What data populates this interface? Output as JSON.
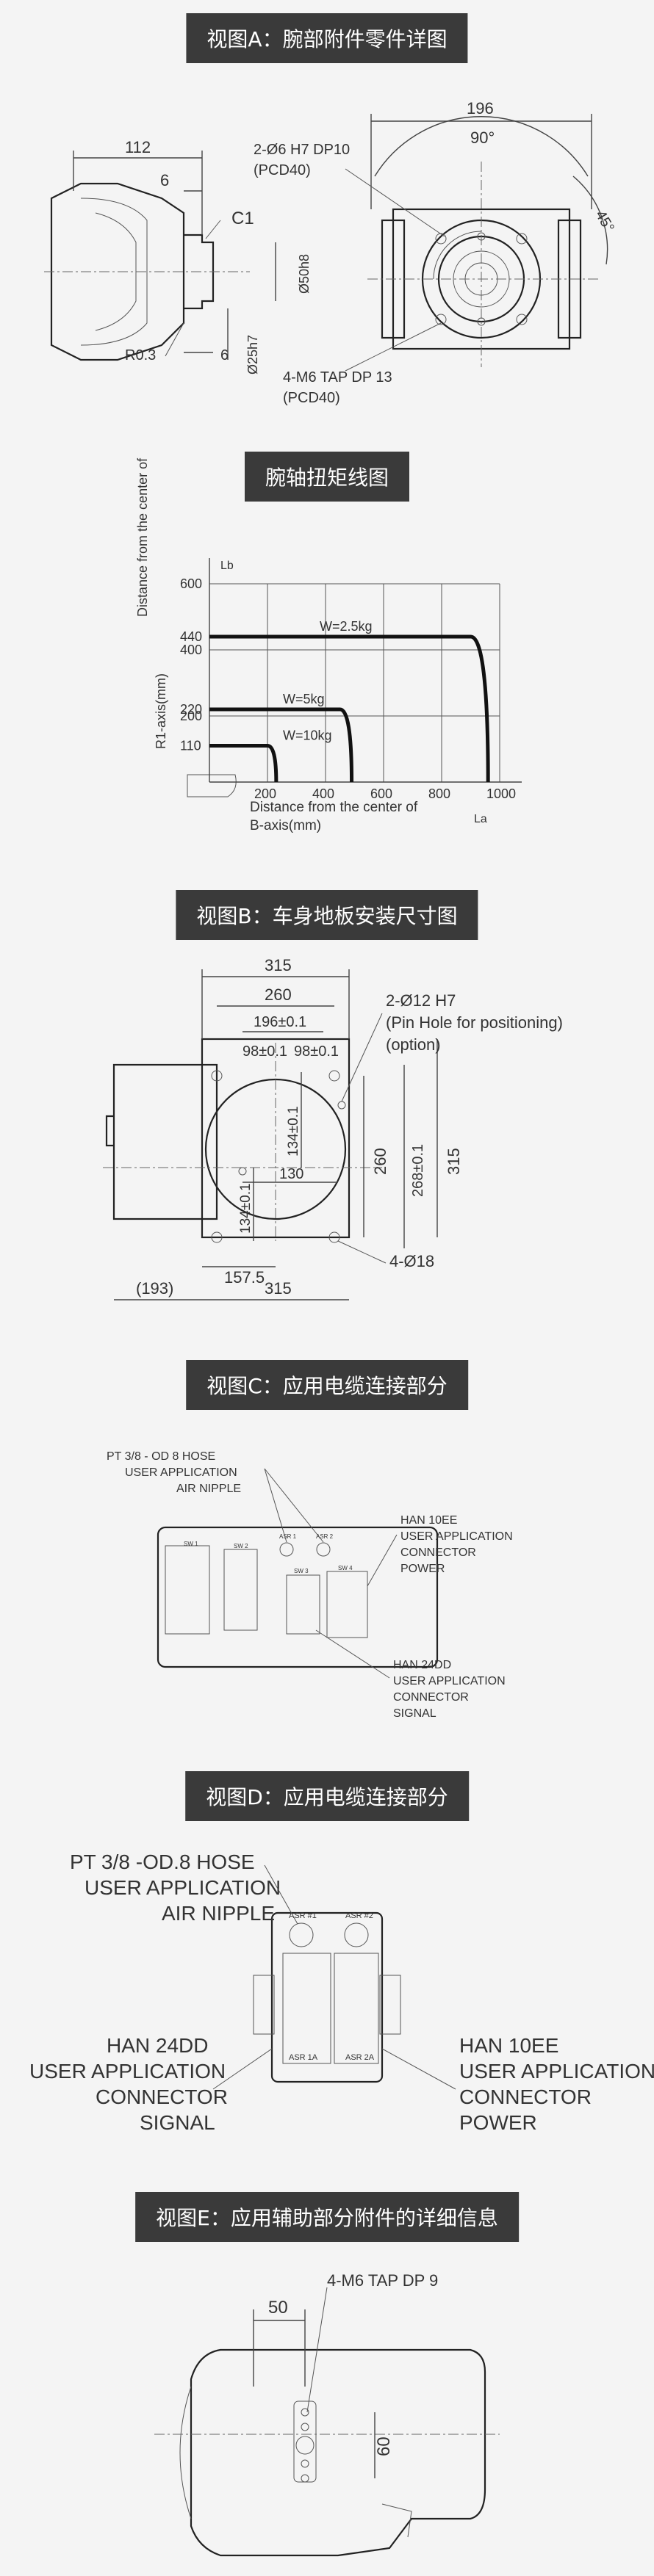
{
  "section_a": {
    "title": "视图A：腕部附件零件详图",
    "dims": {
      "d112": "112",
      "d6a": "6",
      "c1": "C1",
      "d50": "Ø50h8",
      "d25": "Ø25h7",
      "r03": "R0.3",
      "d6b": "6",
      "d196": "196",
      "d90": "90°",
      "d45": "45°"
    },
    "notes": {
      "pin": "2-Ø6 H7 DP10",
      "pin_pcd": "(PCD40)",
      "tap": "4-M6 TAP DP 13",
      "tap_pcd": "(PCD40)"
    }
  },
  "section_torque": {
    "title": "腕轴扭矩线图",
    "ylabel_1": "Distance from the center of",
    "ylabel_2": "R1-axis(mm)",
    "xlabel_1": "Distance from the center of",
    "xlabel_2": "B-axis(mm)",
    "lb_label": "Lb",
    "la_label": "La"
  },
  "chart_data": {
    "type": "line",
    "title": "",
    "xlabel": "Distance from the center of B-axis(mm)",
    "ylabel": "Distance from the center of R1-axis(mm)",
    "xlim": [
      0,
      1000
    ],
    "ylim": [
      0,
      600
    ],
    "x_ticks": [
      "200",
      "400",
      "600",
      "800",
      "1000"
    ],
    "y_ticks": [
      "110",
      "200",
      "220",
      "400",
      "440",
      "600"
    ],
    "series": [
      {
        "name": "W=2.5kg",
        "values": [
          [
            0,
            440
          ],
          [
            900,
            440
          ],
          [
            960,
            0
          ]
        ]
      },
      {
        "name": "W=5kg",
        "values": [
          [
            0,
            220
          ],
          [
            450,
            220
          ],
          [
            490,
            0
          ]
        ]
      },
      {
        "name": "W=10kg",
        "values": [
          [
            0,
            110
          ],
          [
            200,
            110
          ],
          [
            230,
            0
          ]
        ]
      }
    ],
    "grid": true
  },
  "section_b": {
    "title": "视图B：车身地板安装尺寸图",
    "dims": {
      "d315_top": "315",
      "d260_top": "260",
      "d196": "196±0.1",
      "d98a": "98±0.1",
      "d98b": "98±0.1",
      "d134a": "134±0.1",
      "d130": "130",
      "d134b": "134±0.1",
      "d260_r": "260",
      "d268": "268±0.1",
      "d315_r": "315",
      "d157": "157.5",
      "d193": "(193)",
      "d315_bot": "315"
    },
    "notes": {
      "pin": "2-Ø12 H7",
      "pin2": "(Pin Hole for positioning)",
      "pin3": "(option)",
      "holes": "4-Ø18"
    }
  },
  "section_c": {
    "title": "视图C：应用电缆连接部分",
    "labels": {
      "hose_1": "PT 3/8 - OD 8 HOSE",
      "hose_2": "USER APPLICATION",
      "hose_3": "AIR NIPPLE",
      "power_1": "HAN 10EE",
      "power_2": "USER APPLICATION",
      "power_3": "CONNECTOR",
      "power_4": "POWER",
      "signal_1": "HAN 24DD",
      "signal_2": "USER APPLICATION",
      "signal_3": "CONNECTOR",
      "signal_4": "SIGNAL"
    },
    "tags": {
      "t1": "SW 1",
      "t2": "SW 2",
      "t3": "ASR 1",
      "t4": "ASR 2",
      "t5": "SW 3",
      "t6": "SW 4"
    }
  },
  "section_d": {
    "title": "视图D：应用电缆连接部分",
    "labels": {
      "hose_1": "PT 3/8 -OD.8 HOSE",
      "hose_2": "USER APPLICATION",
      "hose_3": "AIR NIPPLE",
      "signal_1": "HAN 24DD",
      "signal_2": "USER APPLICATION",
      "signal_3": "CONNECTOR",
      "signal_4": "SIGNAL",
      "power_1": "HAN 10EE",
      "power_2": "USER APPLICATION",
      "power_3": "CONNECTOR",
      "power_4": "POWER"
    },
    "tags": {
      "t1": "ASR #1",
      "t2": "ASR #2",
      "t3": "ASR 1A",
      "t4": "ASR 2A"
    }
  },
  "section_e": {
    "title": "视图E：应用辅助部分附件的详细信息",
    "dims": {
      "d50": "50",
      "d60": "60"
    },
    "notes": {
      "tap": "4-M6 TAP DP 9"
    }
  }
}
